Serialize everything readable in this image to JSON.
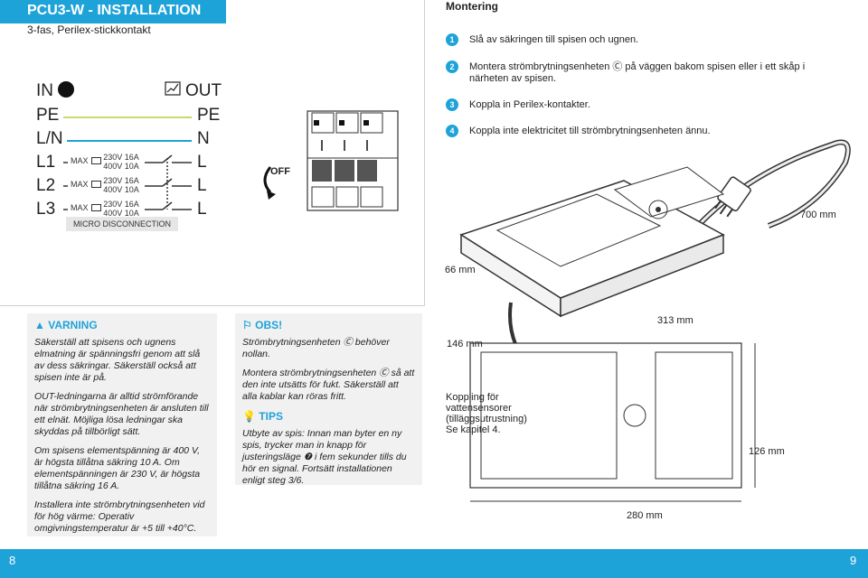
{
  "header": {
    "title": "PCU3-W - INSTALLATION",
    "subtitle": "3-fas, Perilex-stickkontakt"
  },
  "wiring": {
    "in_label": "IN",
    "out_label": "OUT",
    "rows": [
      {
        "left": "PE",
        "right": "PE"
      },
      {
        "left": "L/N",
        "right": "N"
      },
      {
        "left": "L1",
        "right": "L"
      },
      {
        "left": "L2",
        "right": "L"
      },
      {
        "left": "L3",
        "right": "L"
      }
    ],
    "max_label": "MAX",
    "spec_line1": "230V 16A",
    "spec_line2": "400V 10A",
    "micro_label": "MICRO DISCONNECTION",
    "off_label": "OFF",
    "colors": {
      "pe": "#c9d96b",
      "n": "#1ea3d9",
      "l": "#333333",
      "brand": "#1ea3d9"
    }
  },
  "montering": {
    "title": "Montering",
    "steps": [
      {
        "num": "1",
        "text": "Slå av säkringen till spisen och ugnen."
      },
      {
        "num": "2",
        "text": "Montera strömbrytningsenheten Ⓒ på väggen bakom spisen eller i ett skåp i närheten av spisen."
      },
      {
        "num": "3",
        "text": "Koppla in Perilex-kontakter."
      },
      {
        "num": "4",
        "text": "Koppla inte elektricitet till strömbrytningsenheten ännu."
      }
    ]
  },
  "dimensions": {
    "cable": "700 mm",
    "height": "66 mm",
    "length": "313 mm",
    "depth": "146 mm",
    "width": "126 mm",
    "bottom": "280 mm"
  },
  "koppling": "Koppling för vattensensorer (tilläggsutrustning) Se kapitel 4.",
  "varning": {
    "title": "VARNING",
    "paragraphs": [
      "Säkerställ att spisens och ugnens elmatning är spänningsfri genom att slå av dess säkringar. Säkerställ också att spisen inte är på.",
      "OUT-ledningarna är alltid strömförande när strömbrytningsenheten är ansluten till ett elnät. Möjliga lösa ledningar ska skyddas på tillbörligt sätt.",
      "Om spisens elementspänning är 400 V, är högsta tillåtna säkring 10 A. Om elementspänningen är 230 V, är högsta tillåtna säkring 16 A.",
      "Installera inte strömbrytningsenheten vid för hög värme: Operativ omgivningstemperatur är +5 till +40°C."
    ]
  },
  "obs": {
    "title": "OBS!",
    "paragraphs": [
      "Strömbrytningsenheten Ⓒ behöver nollan.",
      "Montera strömbrytningsenheten Ⓒ så att den inte utsätts för fukt. Säkerställ att alla kablar kan röras fritt."
    ]
  },
  "tips": {
    "title": "TIPS",
    "text": "Utbyte av spis: Innan man byter en ny spis, trycker man in knapp för justeringsläge ❼ i fem sekunder tills du hör en signal. Fortsätt installationen enligt steg 3/6."
  },
  "footer": {
    "left_page": "8",
    "right_page": "9"
  }
}
